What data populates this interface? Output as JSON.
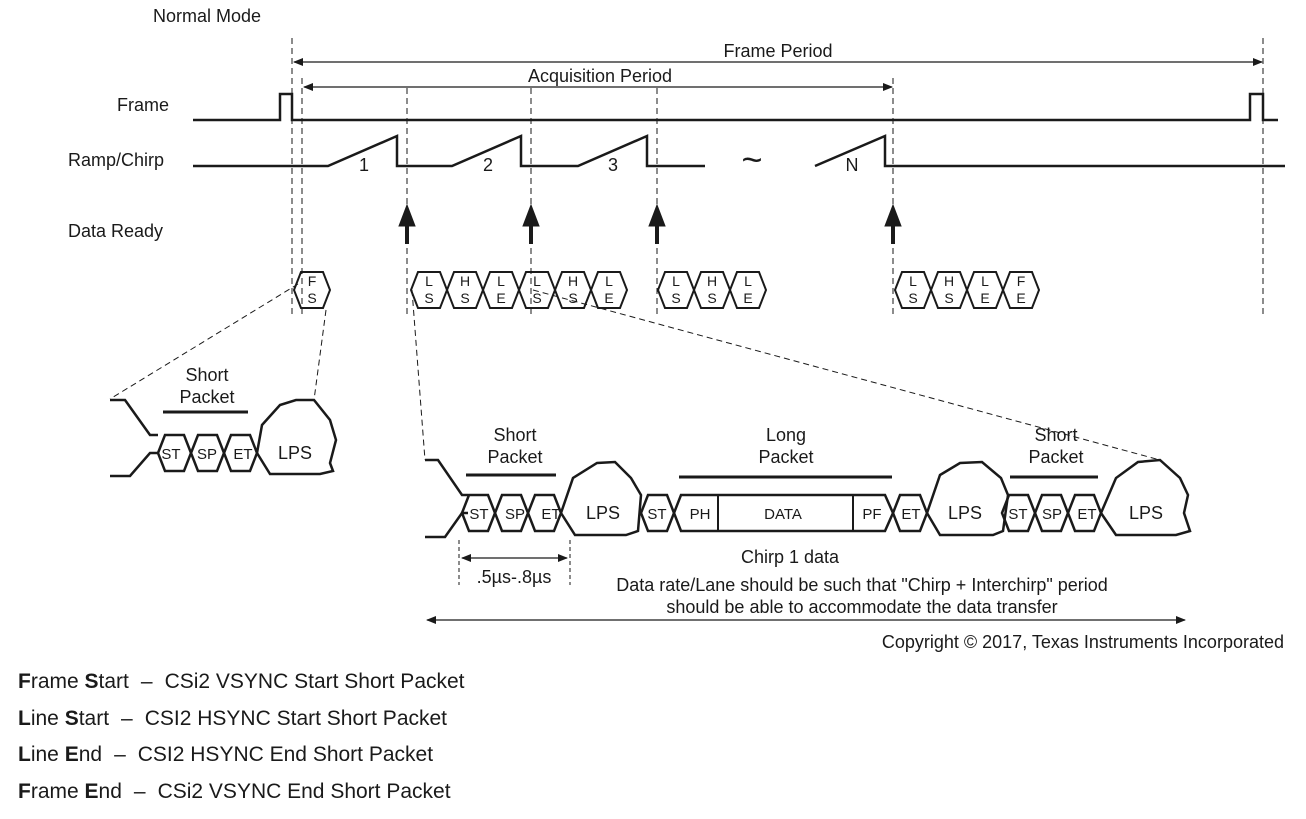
{
  "labels": {
    "normal_mode": "Normal Mode",
    "frame_period": "Frame Period",
    "acquisition_period": "Acquisition Period",
    "frame": "Frame",
    "ramp_chirp": "Ramp/Chirp",
    "data_ready": "Data Ready",
    "chirp_labels": [
      "1",
      "2",
      "3",
      "N"
    ],
    "tilde": "~",
    "short_packet_l1": "Short",
    "short_packet_l2": "Packet",
    "long_packet_l1": "Long",
    "long_packet_l2": "Packet",
    "lps": "LPS",
    "st": "ST",
    "sp": "SP",
    "et": "ET",
    "ph": "PH",
    "data": "DATA",
    "pf": "PF",
    "timing": ".5µs-.8µs",
    "chirp1_data": "Chirp 1 data",
    "note_line1": "Data rate/Lane should be such that \"Chirp + Interchirp\" period",
    "note_line2": "should be able to accommodate the data transfer",
    "copyright": "Copyright © 2017, Texas Instruments Incorporated"
  },
  "hex_packets": [
    {
      "top": "F",
      "bottom": "S"
    },
    {
      "top": "L",
      "bottom": "S"
    },
    {
      "top": "H",
      "bottom": "S"
    },
    {
      "top": "L",
      "bottom": "E"
    },
    {
      "top": "L",
      "bottom": "S"
    },
    {
      "top": "H",
      "bottom": "S"
    },
    {
      "top": "L",
      "bottom": "E"
    },
    {
      "top": "L",
      "bottom": "S"
    },
    {
      "top": "H",
      "bottom": "S"
    },
    {
      "top": "L",
      "bottom": "E"
    },
    {
      "top": "L",
      "bottom": "S"
    },
    {
      "top": "H",
      "bottom": "S"
    },
    {
      "top": "L",
      "bottom": "E"
    },
    {
      "top": "F",
      "bottom": "E"
    }
  ],
  "legend": [
    {
      "p1": "F",
      "p2": "rame ",
      "p3": "S",
      "p4": "tart",
      "sep": "–",
      "desc": "CSi2 VSYNC Start Short Packet"
    },
    {
      "p1": "L",
      "p2": "ine ",
      "p3": "S",
      "p4": "tart",
      "sep": "–",
      "desc": "CSI2 HSYNC Start Short Packet"
    },
    {
      "p1": "L",
      "p2": "ine ",
      "p3": "E",
      "p4": "nd",
      "sep": "–",
      "desc": "CSI2 HSYNC End Short Packet"
    },
    {
      "p1": "F",
      "p2": "rame ",
      "p3": "E",
      "p4": "nd",
      "sep": "–",
      "desc": "CSi2 VSYNC End Short Packet"
    }
  ]
}
